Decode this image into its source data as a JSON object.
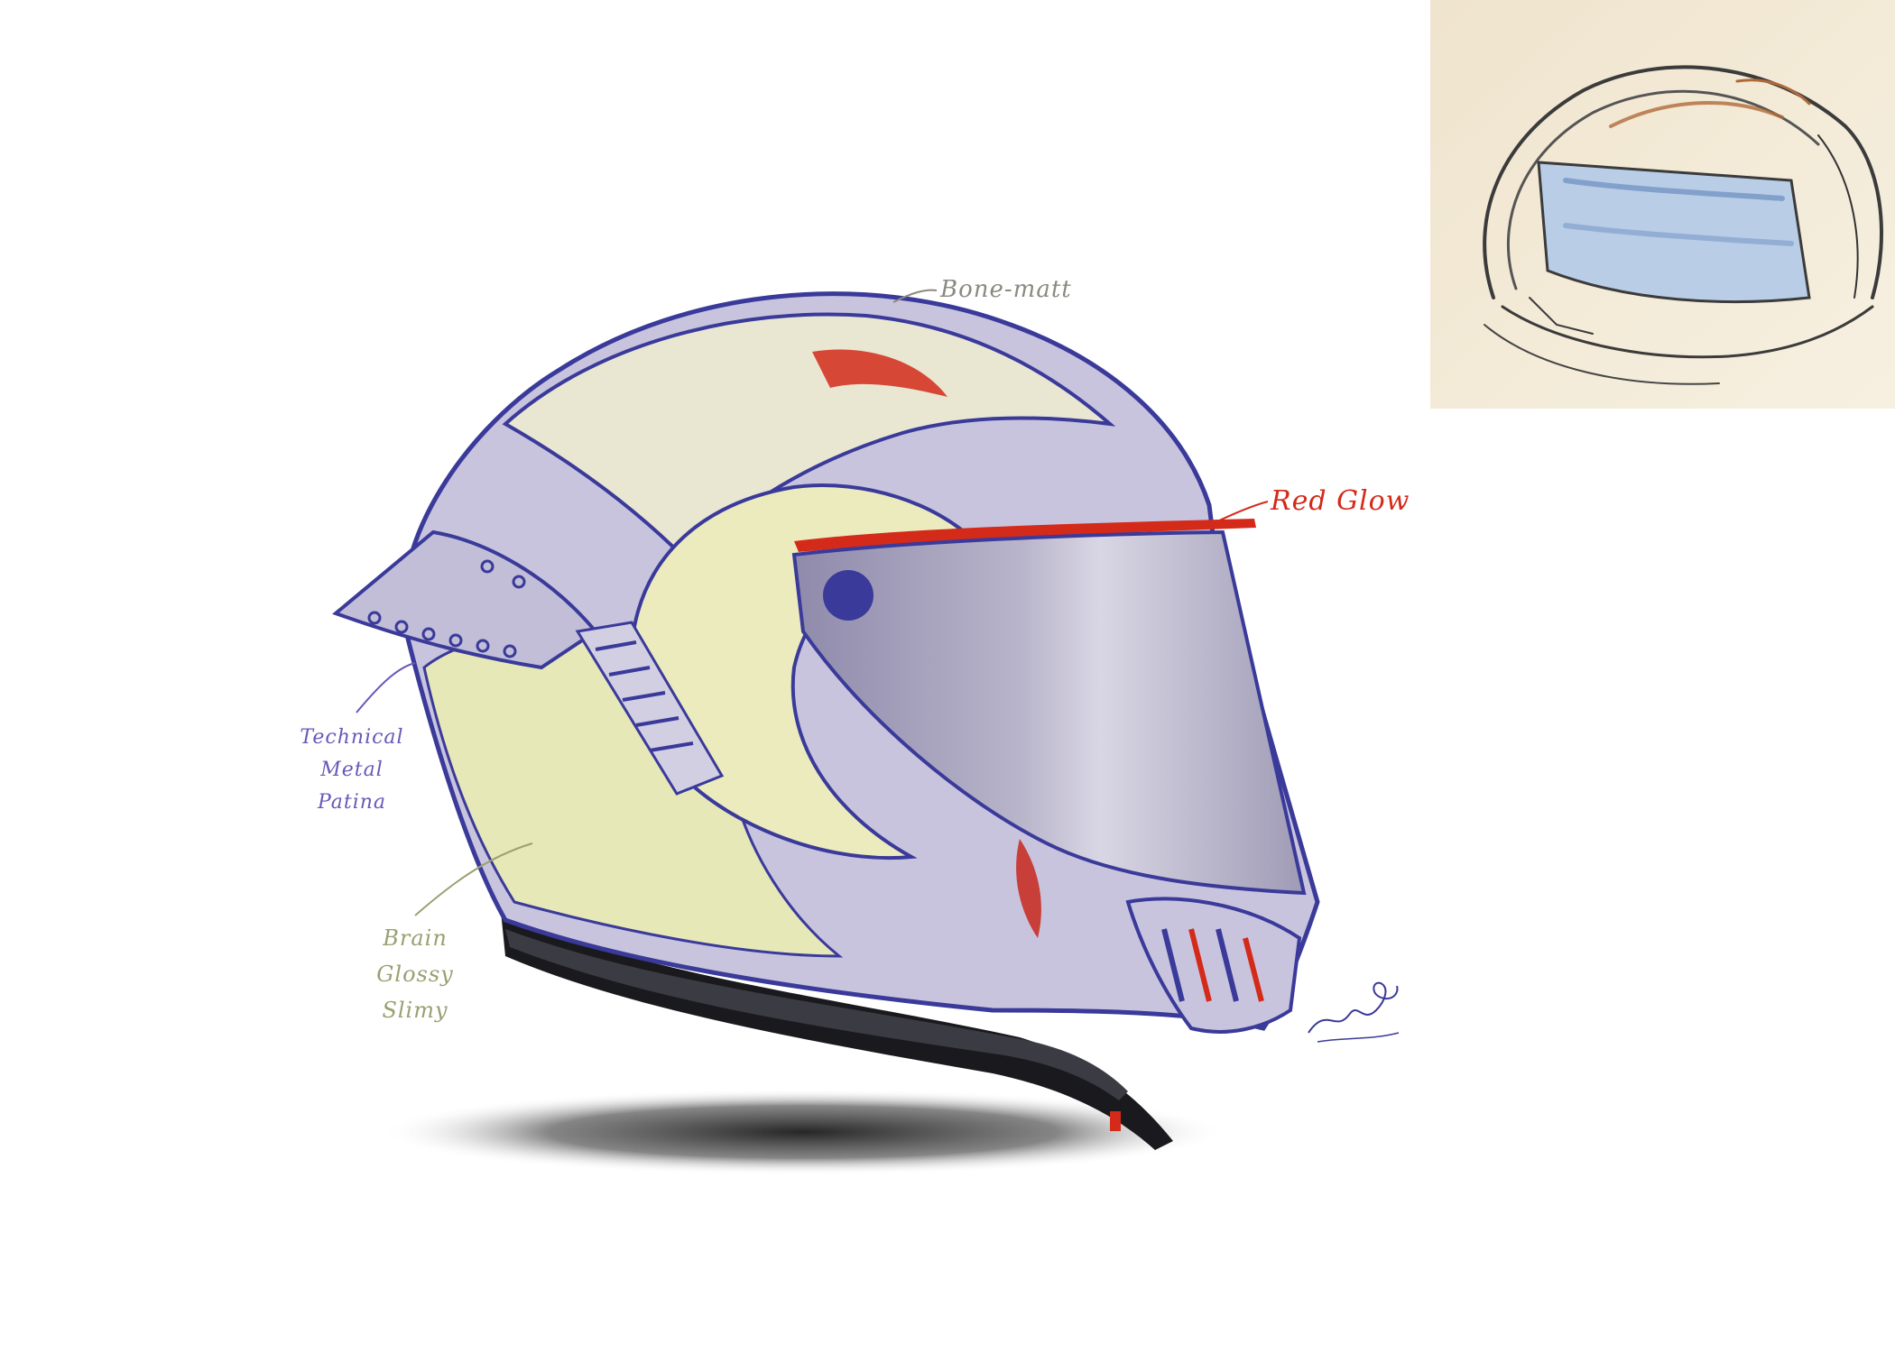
{
  "annotations": {
    "bone": "Bone-matt",
    "red_glow": "Red Glow",
    "technical": [
      "Technical",
      "Metal",
      "Patina"
    ],
    "brain": [
      "Brain",
      "Glossy",
      "Slimy"
    ]
  },
  "colors": {
    "ink_blue": "#3a3a9a",
    "shell_lavender": "#c9c4de",
    "organic_yellow": "#e7e8b8",
    "accent_red": "#d42a1a",
    "visor_grey": "#9f9bb6",
    "annotation_grey": "#8a8a80",
    "annotation_purple": "#6a58b8",
    "annotation_olive": "#9aa070",
    "inset_paper": "#f3ead6",
    "base_black": "#1a1a1e"
  },
  "signature_text": "Rotti"
}
